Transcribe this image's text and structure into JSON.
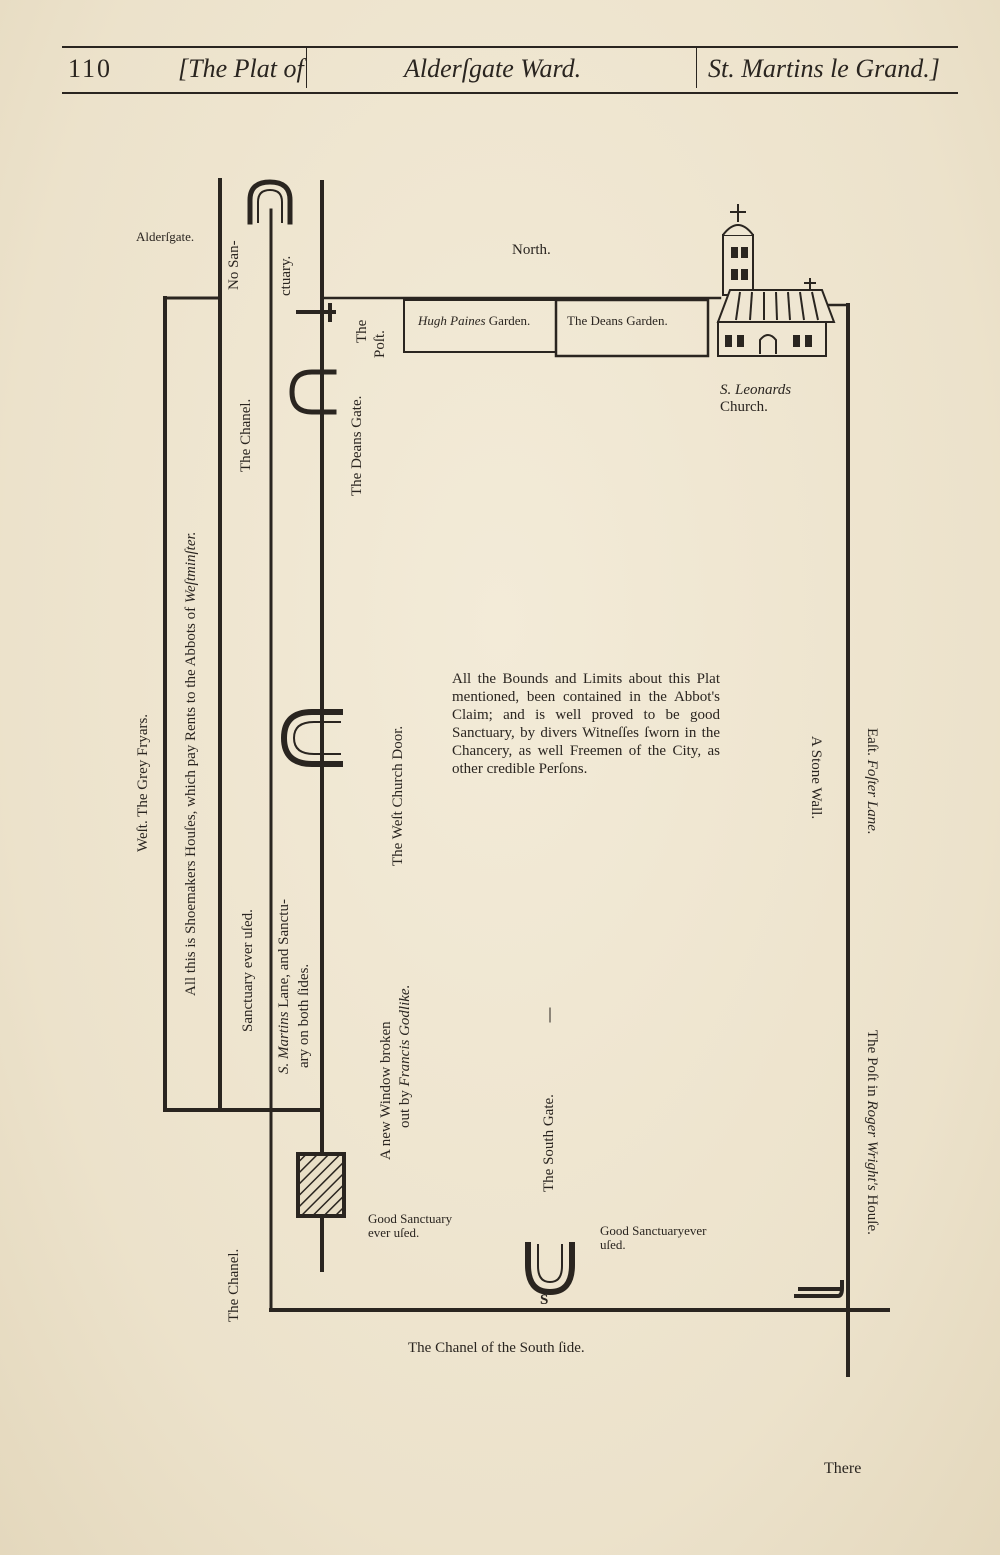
{
  "header": {
    "page_number": "110",
    "left_title": "[The Plat of",
    "center_title": "Alderſgate Ward.",
    "right_title": "St. Martins le Grand.]"
  },
  "labels": {
    "aldersgate": "Alderſgate.",
    "north": "North.",
    "no_sanctuary_1": "No San-",
    "no_sanctuary_2": "ctuary.",
    "hugh_paines_garden_a": "Hugh Paines",
    "hugh_paines_garden_b": "Garden.",
    "deans_garden": "The Deans Garden.",
    "the_post_1": "The",
    "the_post_2": "Poſt.",
    "st_leonards_church_a": "S. Leonards",
    "st_leonards_church_b": "Church.",
    "shoemakers_houses_a": "All this is Shoemakers Houſes, which pay Rents to the Abbots of ",
    "shoemakers_houses_b": "Weſtminſter.",
    "the_chanel_upper": "The Chanel.",
    "deans_gate": "The Deans Gate.",
    "west_grey_fryars": "Weſt.   The Grey Fryars.",
    "sanctuary_ever_used": "Sanctuary ever uſed.",
    "st_martins_lane_a": "S. Martins",
    "st_martins_lane_b": " Lane, and Sanctu-",
    "st_martins_lane_c": "ary on both ſides.",
    "west_church_door": "The Weſt Church Door.",
    "new_window_a": "A new Window broken",
    "new_window_b": "out by ",
    "new_window_c": "Francis Godlike.",
    "stone_wall": "A Stone Wall.",
    "east_foster_lane_a": "Eaſt.   ",
    "east_foster_lane_b": "Foſter Lane.",
    "post_roger_a": "The Poſt in ",
    "post_roger_b": "Roger Wright's",
    "post_roger_c": " Houſe.",
    "south_gate": "The South Gate.",
    "good_sanctuary_left_1": "Good Sanctuary",
    "good_sanctuary_left_2": "ever uſed.",
    "good_sanctuary_right_1": "Good Sanctuaryever",
    "good_sanctuary_right_2": "uſed.",
    "the_chanel_lower": "The Chanel.",
    "chanel_south_side": "The Chanel of the South ſide.",
    "gate_s": "S"
  },
  "paragraph": {
    "text": "All the Bounds and Limits about this Plat mentioned, been contained in the Abbot's Claim; and is well proved to be good Sanctuary, by divers Witneſſes ſworn in the Chancery, as well Freemen of the City, as other credible Perſons."
  },
  "catchword": "There"
}
